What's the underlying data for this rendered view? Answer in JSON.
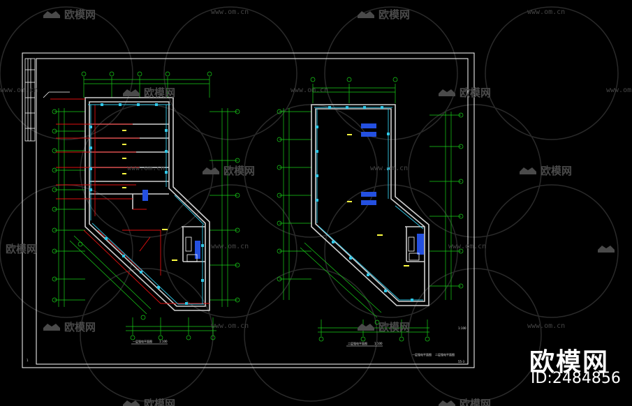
{
  "watermark": {
    "brand": "欧模网",
    "url": "www.om.cn"
  },
  "brand": {
    "name": "欧模网",
    "id_text": "ID:2484856"
  },
  "drawing": {
    "left_plan_title": "一层强电平面图",
    "left_plan_scale": "1:100",
    "right_plan_title": "二层强电平面图",
    "right_plan_scale": "1:100",
    "sheet_scale": "1:100",
    "sheet_number": "55-3",
    "title_note_a": "一层强电平面图",
    "title_note_b": "二层强电平面图",
    "page_mark": "1"
  },
  "colors": {
    "background": "#000000",
    "frame": "#ffffff",
    "wall": "#cfcfcf",
    "dimension": "#19d219",
    "wiring": "#e01010",
    "fixture": "#30c8e8",
    "panel": "#2450e0",
    "text": "#ffff40"
  }
}
